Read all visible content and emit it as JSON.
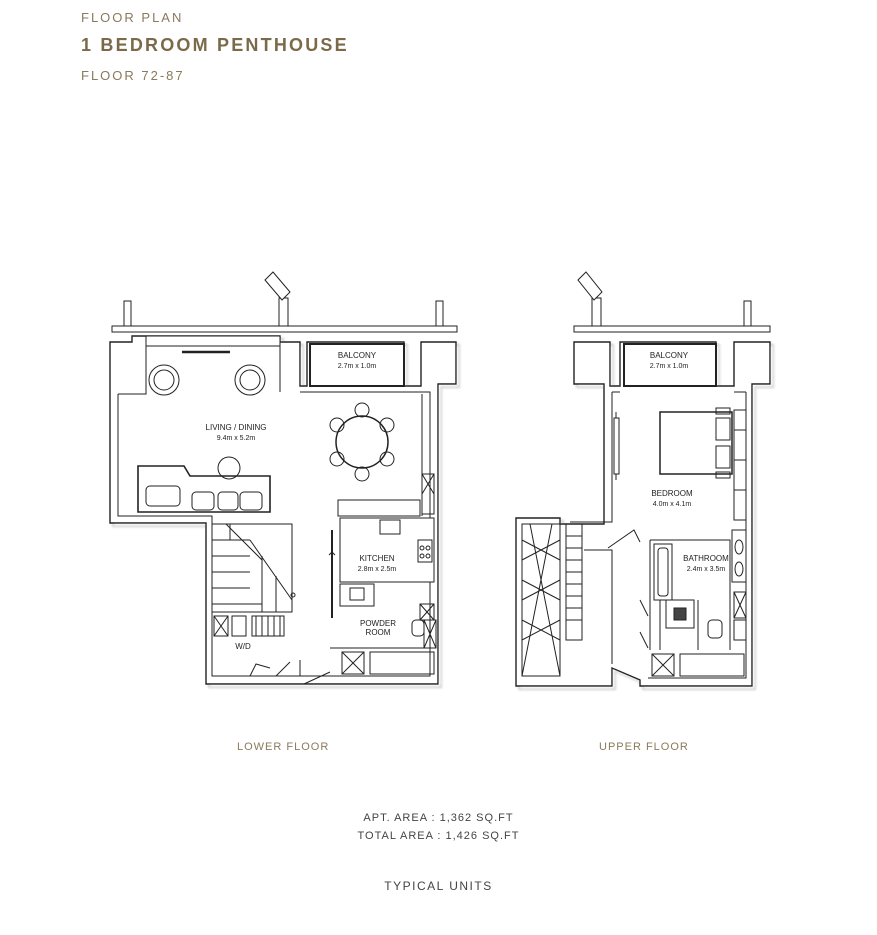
{
  "header": {
    "eyebrow": "FLOOR PLAN",
    "title": "1 BEDROOM PENTHOUSE",
    "floors": "FLOOR 72-87"
  },
  "lower_floor": {
    "caption": "LOWER FLOOR",
    "rooms": {
      "balcony_name": "BALCONY",
      "balcony_size": "2.7m x 1.0m",
      "living_name": "LIVING / DINING",
      "living_size": "9.4m x 5.2m",
      "kitchen_name": "KITCHEN",
      "kitchen_size": "2.8m x 2.5m",
      "powder_line1": "POWDER",
      "powder_line2": "ROOM",
      "wd": "W/D"
    }
  },
  "upper_floor": {
    "caption": "UPPER FLOOR",
    "rooms": {
      "balcony_name": "BALCONY",
      "balcony_size": "2.7m x 1.0m",
      "bedroom_name": "BEDROOM",
      "bedroom_size": "4.0m x 4.1m",
      "bathroom_name": "BATHROOM",
      "bathroom_size": "2.4m x 3.5m"
    }
  },
  "areas": {
    "apt": "APT. AREA : 1,362  SQ.FT",
    "total": "TOTAL AREA : 1,426  SQ.FT"
  },
  "footer": "TYPICAL UNITS",
  "colors": {
    "accent": "#7a6a4a",
    "line": "#222222",
    "wall_fill": "#ffffff",
    "shadow": "#d8d8d8"
  }
}
